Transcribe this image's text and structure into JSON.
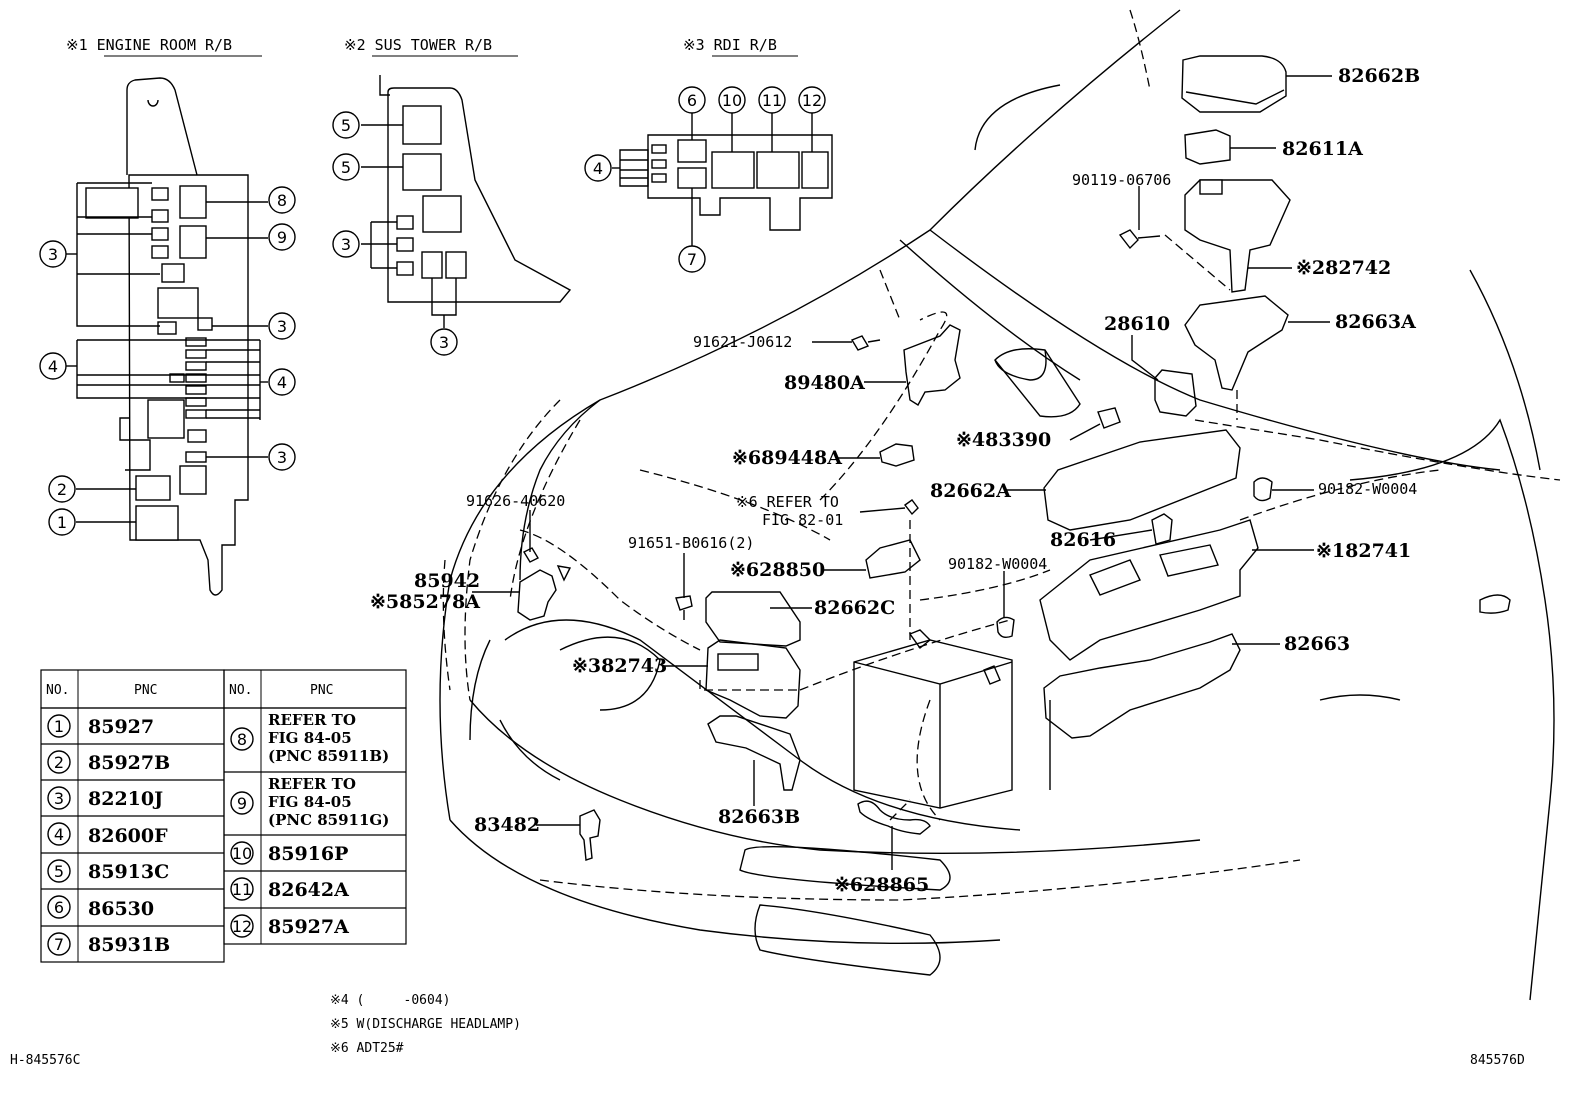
{
  "header": {
    "rb1": "※1 ENGINE ROOM R/B",
    "rb2": "※2 SUS TOWER R/B",
    "rb3": "※3 RDI R/B"
  },
  "callouts": {
    "c1": "1",
    "c2": "2",
    "c3": "3",
    "c4": "4",
    "c5": "5",
    "c6": "6",
    "c7": "7",
    "c8": "8",
    "c9": "9",
    "c10": "10",
    "c11": "11",
    "c12": "12"
  },
  "parts": {
    "p82662B": "82662B",
    "p82611A": "82611A",
    "p90119": "90119-06706",
    "p82742": "※282742",
    "p28610": "28610",
    "p82663A": "82663A",
    "p91621": "91621-J0612",
    "p89480A": "89480A",
    "p83390": "※483390",
    "p89448A": "※689448A",
    "p82662A": "82662A",
    "p90182a": "90182-W0004",
    "p91626": "91626-40620",
    "p85942": "85942",
    "p85278A": "※585278A",
    "refer1": "※6 REFER TO",
    "refer2": "FIG 82-01",
    "p82616": "82616",
    "p82741": "※182741",
    "p91651": "91651-B0616(2)",
    "p28850": "※628850",
    "p90182b": "90182-W0004",
    "p82662C": "82662C",
    "p82743": "※382743",
    "p82663": "82663",
    "p83482": "83482",
    "p82663B": "82663B",
    "p28865": "※628865"
  },
  "table": {
    "headers": {
      "no_left": "NO.",
      "pnc_left": "PNC",
      "no_right": "NO.",
      "pnc_right": "PNC"
    },
    "left_rows": [
      {
        "no": "1",
        "pnc": "85927"
      },
      {
        "no": "2",
        "pnc": "85927B"
      },
      {
        "no": "3",
        "pnc": "82210J"
      },
      {
        "no": "4",
        "pnc": "82600F"
      },
      {
        "no": "5",
        "pnc": "85913C"
      },
      {
        "no": "6",
        "pnc": "86530"
      },
      {
        "no": "7",
        "pnc": "85931B"
      }
    ],
    "right_rows": [
      {
        "no": "8",
        "lines": [
          "REFER TO",
          "FIG 84-05",
          "(PNC 85911B)"
        ]
      },
      {
        "no": "9",
        "lines": [
          "REFER TO",
          "FIG 84-05",
          "(PNC 85911G)"
        ]
      },
      {
        "no": "10",
        "lines": [
          "85916P"
        ]
      },
      {
        "no": "11",
        "lines": [
          "82642A"
        ]
      },
      {
        "no": "12",
        "lines": [
          "85927A"
        ]
      }
    ]
  },
  "notes": {
    "n4": "※4 (     -0604)",
    "n5": "※5 W(DISCHARGE HEADLAMP)",
    "n6": "※6 ADT25#"
  },
  "footer": {
    "left": "H-845576C",
    "right": "845576D"
  }
}
